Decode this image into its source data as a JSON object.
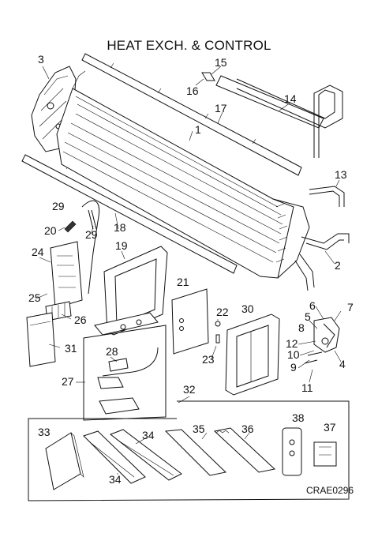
{
  "title": "HEAT EXCH. & CONTROL",
  "drawing_code": "CRAE0296",
  "callouts": [
    "1",
    "2",
    "3",
    "4",
    "5",
    "6",
    "7",
    "8",
    "9",
    "10",
    "11",
    "12",
    "13",
    "14",
    "15",
    "16",
    "17",
    "18",
    "19",
    "20",
    "21",
    "22",
    "23",
    "24",
    "25",
    "26",
    "27",
    "28",
    "29",
    "29",
    "30",
    "31",
    "32",
    "33",
    "34",
    "34",
    "35",
    "36",
    "37",
    "38"
  ]
}
